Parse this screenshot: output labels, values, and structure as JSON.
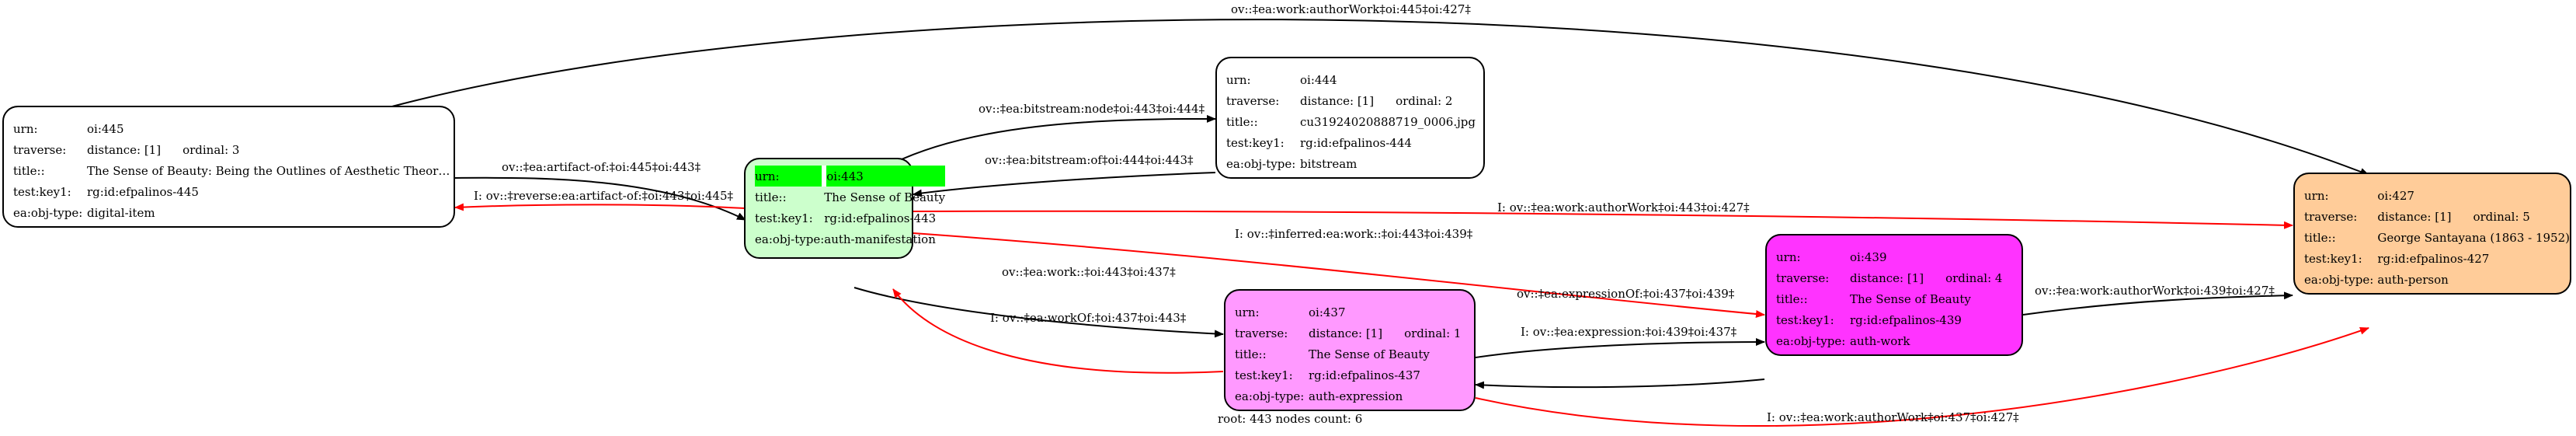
{
  "nodes": {
    "n445": {
      "urn_key": "urn:",
      "urn": "oi:445",
      "traverse_key": "traverse:",
      "distance": "distance: [1]",
      "ordinal": "ordinal: 3",
      "title_key": "title::",
      "title": "The Sense of Beauty: Being the Outlines of Aesthetic Theor…",
      "testkey_key": "test:key1:",
      "testkey": "rg:id:efpalinos-445",
      "objtype_key": "ea:obj-type:",
      "objtype": "digital-item",
      "fill": "#ffffff"
    },
    "n443": {
      "urn_key": "urn:",
      "urn": "oi:443",
      "title_key": "title::",
      "title": "The Sense of Beauty",
      "testkey_key": "test:key1:",
      "testkey": "rg:id:efpalinos-443",
      "objtype_key": "ea:obj-type:",
      "objtype": "auth-manifestation",
      "fill": "#ccffcc",
      "highlight": "#00ff00"
    },
    "n444": {
      "urn_key": "urn:",
      "urn": "oi:444",
      "traverse_key": "traverse:",
      "distance": "distance: [1]",
      "ordinal": "ordinal: 2",
      "title_key": "title::",
      "title": "cu31924020888719_0006.jpg",
      "testkey_key": "test:key1:",
      "testkey": "rg:id:efpalinos-444",
      "objtype_key": "ea:obj-type:",
      "objtype": "bitstream",
      "fill": "#ffffff"
    },
    "n437": {
      "urn_key": "urn:",
      "urn": "oi:437",
      "traverse_key": "traverse:",
      "distance": "distance: [1]",
      "ordinal": "ordinal: 1",
      "title_key": "title::",
      "title": "The Sense of Beauty",
      "testkey_key": "test:key1:",
      "testkey": "rg:id:efpalinos-437",
      "objtype_key": "ea:obj-type:",
      "objtype": "auth-expression",
      "fill": "#ff99ff"
    },
    "n439": {
      "urn_key": "urn:",
      "urn": "oi:439",
      "traverse_key": "traverse:",
      "distance": "distance: [1]",
      "ordinal": "ordinal: 4",
      "title_key": "title::",
      "title": "The Sense of Beauty",
      "testkey_key": "test:key1:",
      "testkey": "rg:id:efpalinos-439",
      "objtype_key": "ea:obj-type:",
      "objtype": "auth-work",
      "fill": "#ff33ff"
    },
    "n427": {
      "urn_key": "urn:",
      "urn": "oi:427",
      "traverse_key": "traverse:",
      "distance": "distance: [1]",
      "ordinal": "ordinal: 5",
      "title_key": "title::",
      "title": "George Santayana (1863 - 1952)",
      "testkey_key": "test:key1:",
      "testkey": "rg:id:efpalinos-427",
      "objtype_key": "ea:obj-type:",
      "objtype": "auth-person",
      "fill": "#ffcc99"
    }
  },
  "edges": [
    {
      "id": "e1",
      "label": "ov::‡ea:work:authorWork‡oi:445‡oi:427‡",
      "color": "#000000"
    },
    {
      "id": "e2",
      "label": "ov::‡ea:artifact-of:‡oi:445‡oi:443‡",
      "color": "#000000"
    },
    {
      "id": "e3",
      "label": "I: ov::‡reverse:ea:artifact-of:‡oi:443‡oi:445‡",
      "color": "#ff0000"
    },
    {
      "id": "e4",
      "label": "ov::‡ea:bitstream:node‡oi:443‡oi:444‡",
      "color": "#000000"
    },
    {
      "id": "e5",
      "label": "ov::‡ea:bitstream:of‡oi:444‡oi:443‡",
      "color": "#000000"
    },
    {
      "id": "e6",
      "label": "I: ov::‡ea:work:authorWork‡oi:443‡oi:427‡",
      "color": "#ff0000"
    },
    {
      "id": "e7",
      "label": "I: ov::‡inferred:ea:work::‡oi:443‡oi:439‡",
      "color": "#ff0000"
    },
    {
      "id": "e8",
      "label": "ov::‡ea:work::‡oi:443‡oi:437‡",
      "color": "#000000"
    },
    {
      "id": "e9",
      "label": "I: ov::‡ea:workOf:‡oi:437‡oi:443‡",
      "color": "#ff0000"
    },
    {
      "id": "e10",
      "label": "ov::‡ea:expressionOf:‡oi:437‡oi:439‡",
      "color": "#000000"
    },
    {
      "id": "e11",
      "label": "I: ov::‡ea:expression:‡oi:439‡oi:437‡",
      "color": "#000000"
    },
    {
      "id": "e12",
      "label": "ov::‡ea:work:authorWork‡oi:439‡oi:427‡",
      "color": "#000000"
    },
    {
      "id": "e13",
      "label": "I: ov::‡ea:work:authorWork‡oi:437‡oi:427‡",
      "color": "#ff0000"
    }
  ],
  "footer": "root: 443 nodes count: 6"
}
